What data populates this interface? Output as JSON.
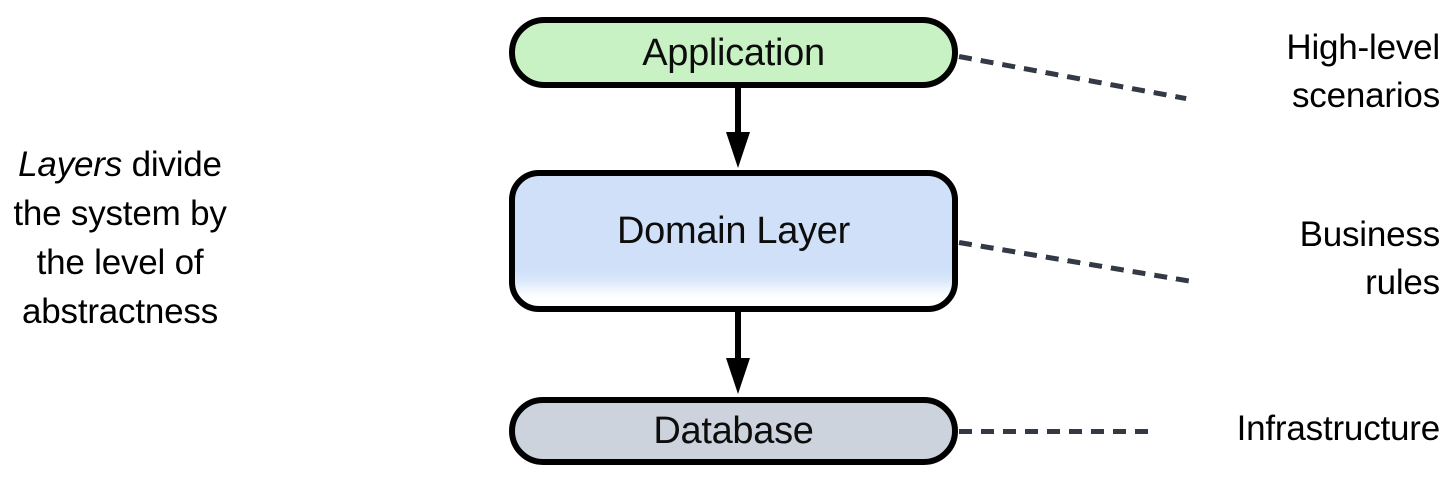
{
  "diagram": {
    "type": "layered-architecture",
    "caption": {
      "emphasis": "Layers",
      "lines": [
        "divide",
        "the system by",
        "the level of",
        "abstractness"
      ],
      "full_text": "Layers divide the system by the level of abstractness"
    },
    "layers": [
      {
        "id": "application",
        "label": "Application",
        "fill": "#c8f2c4",
        "annotation_lines": [
          "High-level",
          "scenarios"
        ],
        "annotation_text": "High-level scenarios"
      },
      {
        "id": "domain",
        "label": "Domain Layer",
        "fill": "#cfe0f8",
        "annotation_lines": [
          "Business",
          "rules"
        ],
        "annotation_text": "Business rules"
      },
      {
        "id": "database",
        "label": "Database",
        "fill": "#ccd3dc",
        "annotation_lines": [
          "Infrastructure"
        ],
        "annotation_text": "Infrastructure"
      }
    ],
    "arrows": [
      {
        "id": "app-to-domain",
        "from": "application",
        "to": "domain",
        "direction": "down"
      },
      {
        "id": "domain-to-db",
        "from": "domain",
        "to": "database",
        "direction": "down"
      }
    ],
    "colors": {
      "border": "#000000",
      "leader_line": "#333a45",
      "background": "#ffffff",
      "text": "#000000"
    }
  }
}
